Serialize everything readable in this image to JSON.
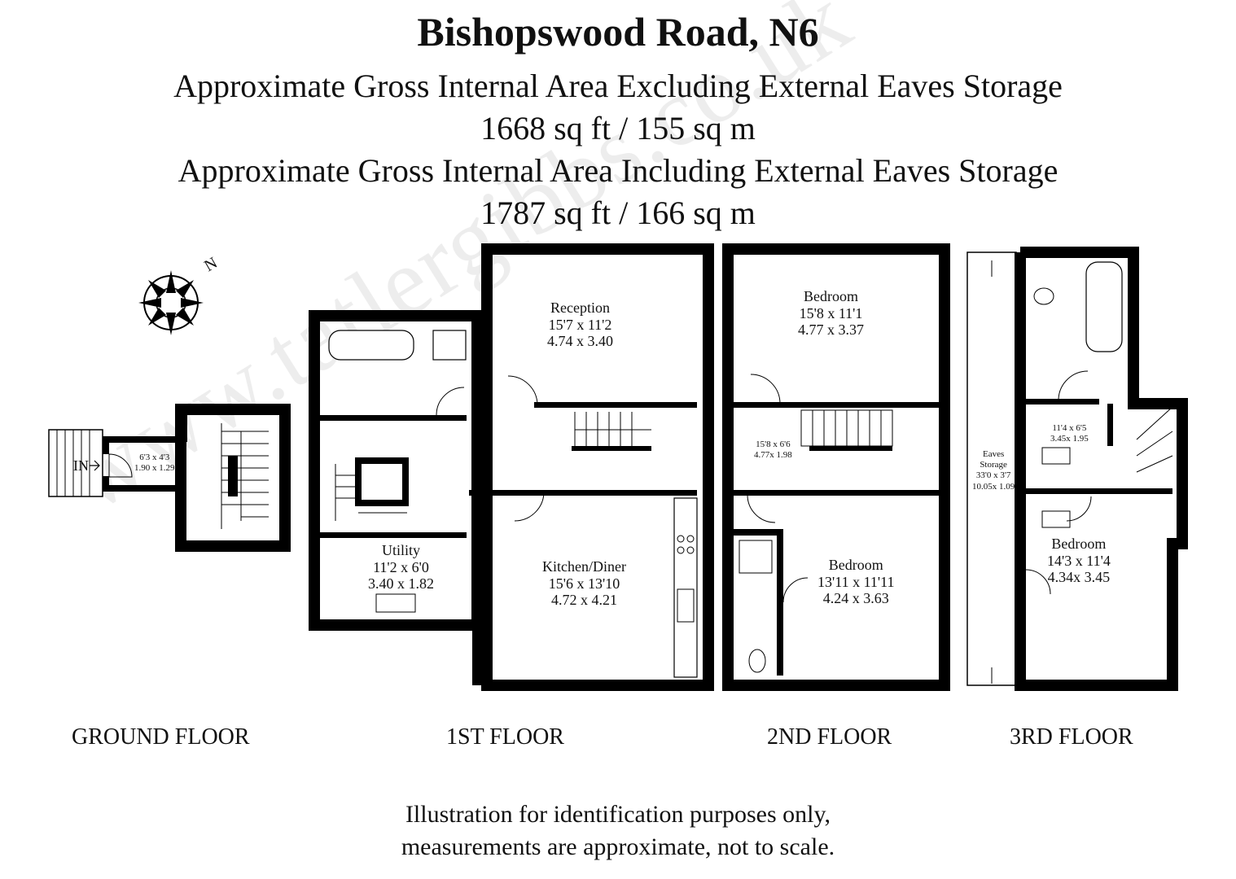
{
  "header": {
    "title": "Bishopswood Road, N6",
    "line1": "Approximate Gross Internal Area Excluding External Eaves Storage",
    "line2": "1668 sq ft / 155 sq m",
    "line3": "Approximate Gross Internal Area Including External Eaves Storage",
    "line4": "1787 sq ft / 166 sq m"
  },
  "compass": {
    "label": "N"
  },
  "entrance": {
    "label": "IN"
  },
  "ground_floor": {
    "label": "GROUND FLOOR",
    "hall": {
      "imperial": "6'3 x 4'3",
      "metric": "1.90 x 1.29"
    }
  },
  "first_floor": {
    "label": "1ST FLOOR",
    "reception": {
      "name": "Reception",
      "imperial": "15'7 x 11'2",
      "metric": "4.74 x 3.40"
    },
    "kitchen": {
      "name": "Kitchen/Diner",
      "imperial": "15'6 x 13'10",
      "metric": "4.72 x 4.21"
    },
    "utility": {
      "name": "Utility",
      "imperial": "11'2 x 6'0",
      "metric": "3.40 x 1.82"
    }
  },
  "second_floor": {
    "label": "2ND FLOOR",
    "bedroom1": {
      "name": "Bedroom",
      "imperial": "15'8 x 11'1",
      "metric": "4.77 x 3.37"
    },
    "landing": {
      "imperial": "15'8 x 6'6",
      "metric": "4.77x 1.98"
    },
    "bedroom2": {
      "name": "Bedroom",
      "imperial": "13'11 x 11'11",
      "metric": "4.24 x 3.63"
    }
  },
  "third_floor": {
    "label": "3RD FLOOR",
    "eaves": {
      "name": "Eaves",
      "name2": "Storage",
      "imperial": "33'0 x 3'7",
      "metric": "10.05x 1.09"
    },
    "landing": {
      "imperial": "11'4 x 6'5",
      "metric": "3.45x 1.95"
    },
    "bedroom": {
      "name": "Bedroom",
      "imperial": "14'3 x 11'4",
      "metric": "4.34x 3.45"
    }
  },
  "disclaimer": {
    "line1": "Illustration for identification purposes only,",
    "line2": "measurements are approximate, not to scale."
  },
  "watermark": "www.tatlergibbs.co.uk",
  "colors": {
    "wall": "#000000",
    "background": "#ffffff",
    "text": "#111111"
  }
}
